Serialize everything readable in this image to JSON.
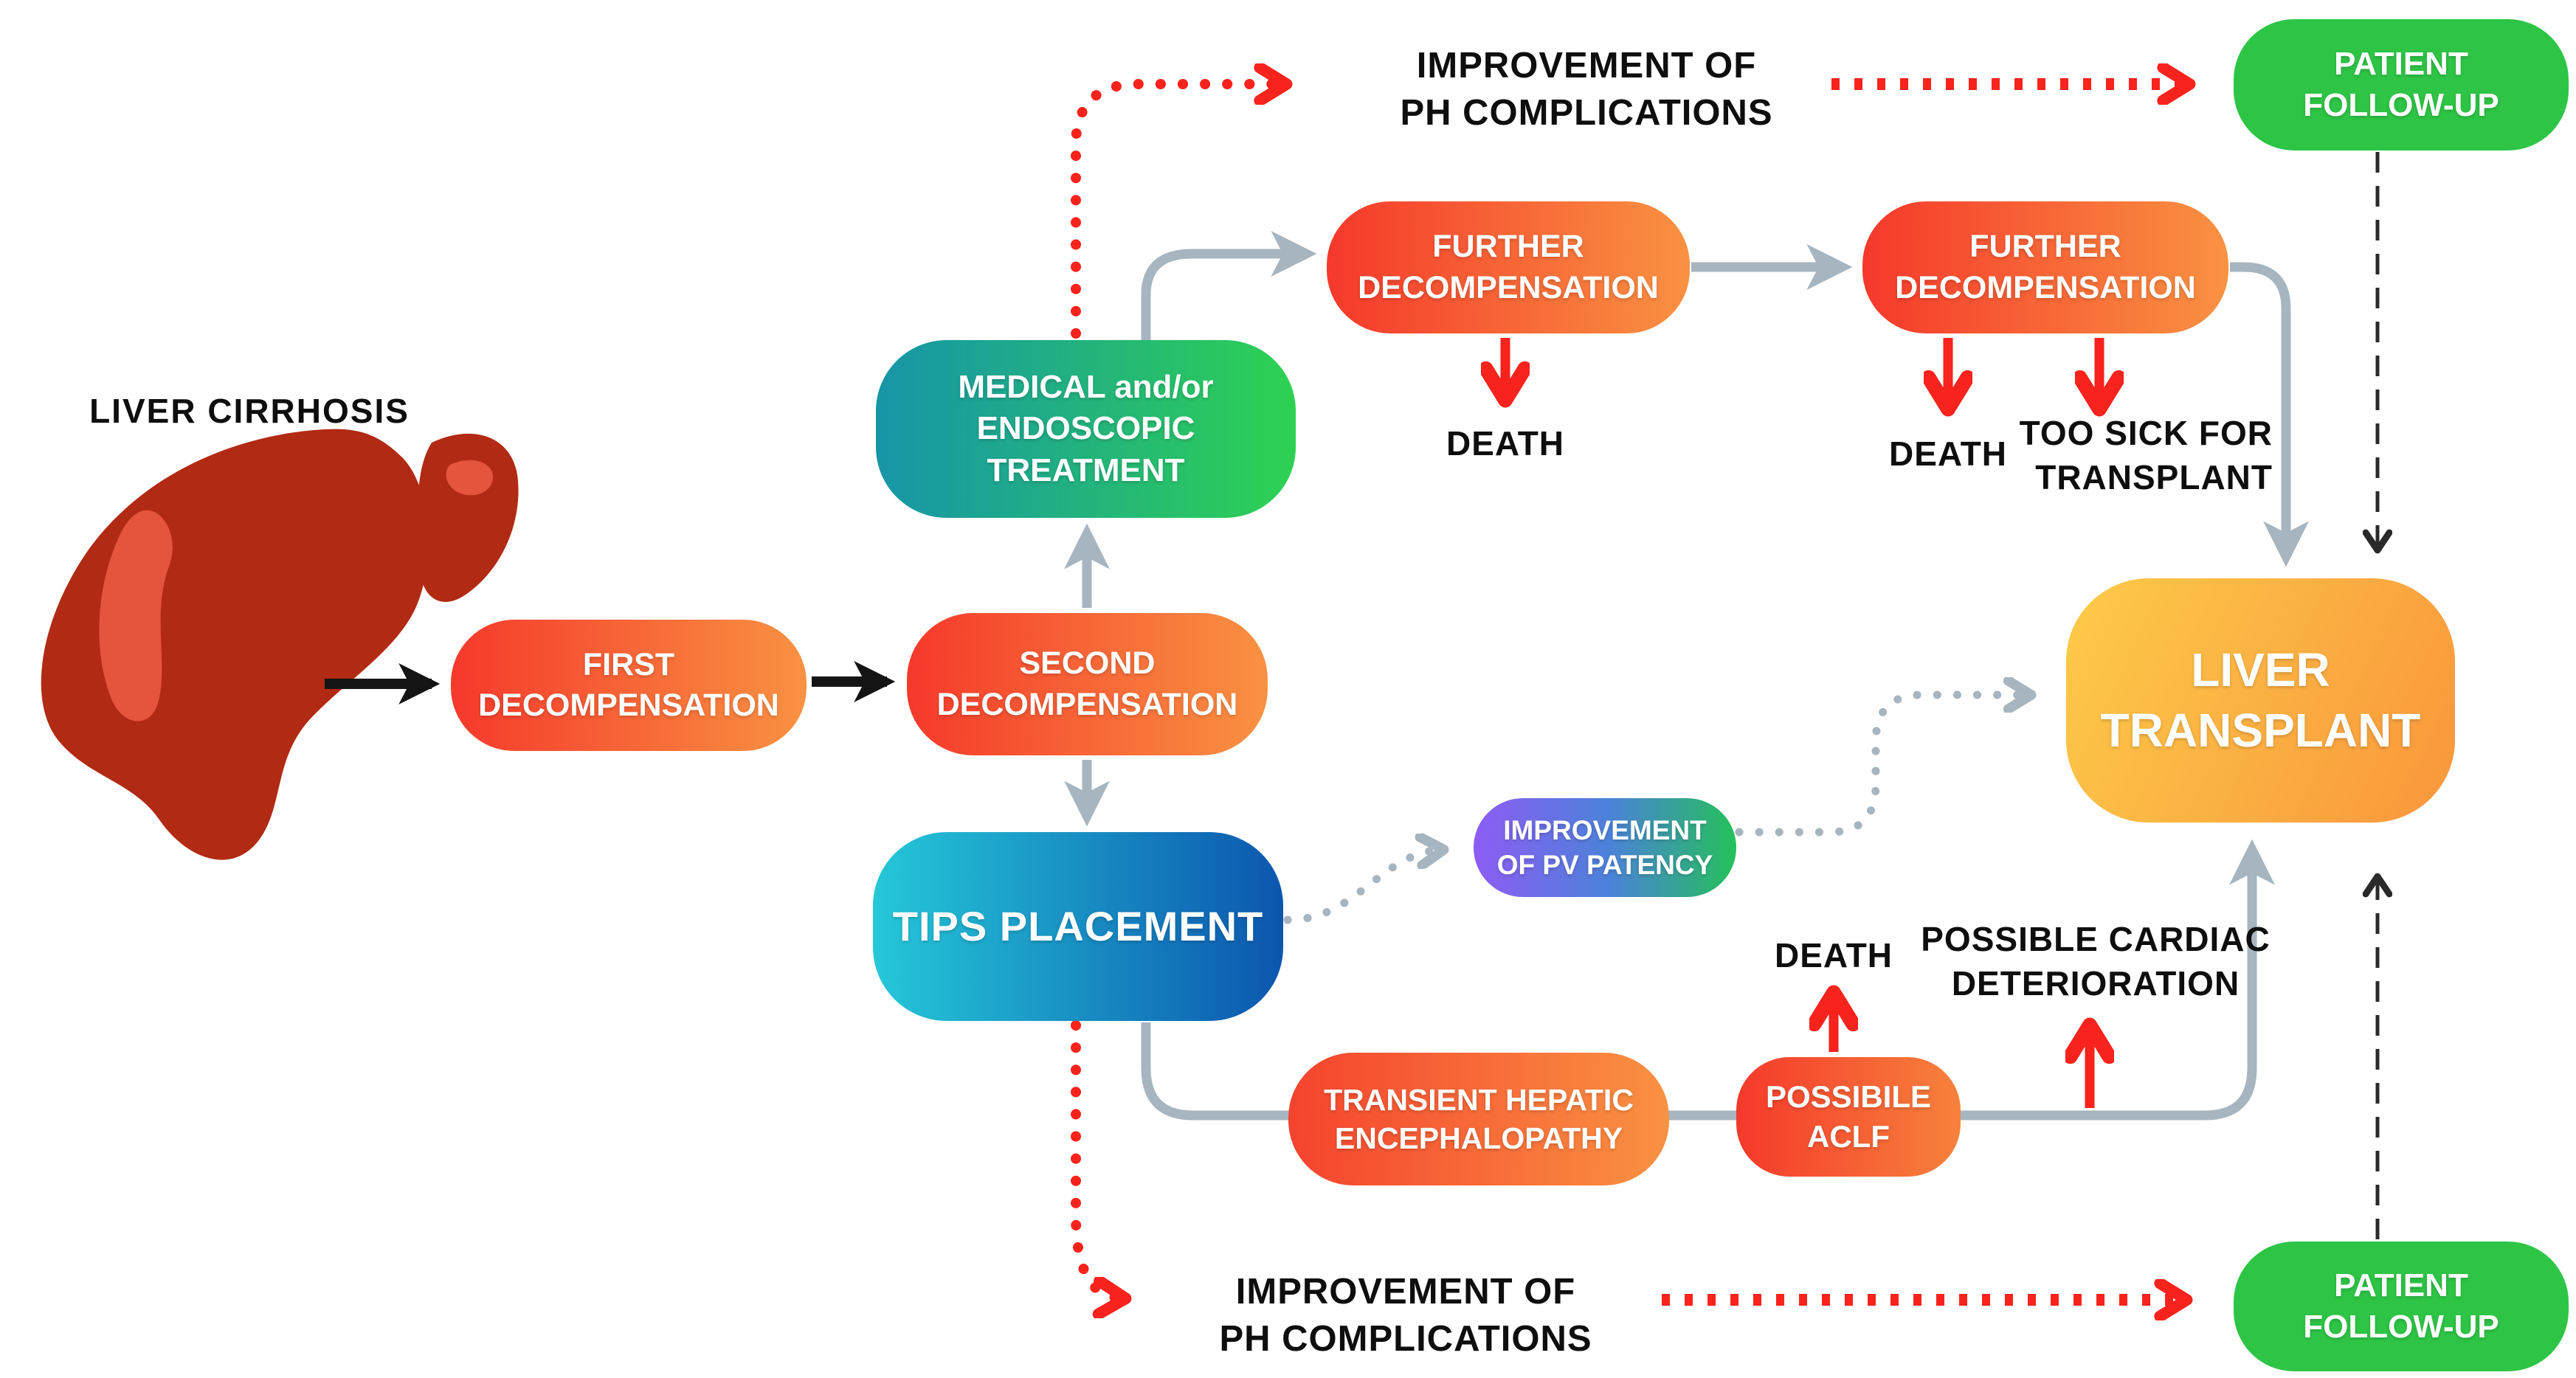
{
  "figure": {
    "title": "Liver cirrhosis / TIPS treatment pathway flowchart"
  },
  "nodes": {
    "liver_cirrhosis_label": "LIVER CIRRHOSIS",
    "first_decompensation": "FIRST\nDECOMPENSATION",
    "second_decompensation": "SECOND\nDECOMPENSATION",
    "medical_endoscopic": "MEDICAL and/or\nENDOSCOPIC\nTREATMENT",
    "tips_placement": "TIPS PLACEMENT",
    "further_decompensation_1": "FURTHER\nDECOMPENSATION",
    "further_decompensation_2": "FURTHER\nDECOMPENSATION",
    "patient_followup_top": "PATIENT\nFOLLOW-UP",
    "patient_followup_bottom": "PATIENT\nFOLLOW-UP",
    "liver_transplant": "LIVER\nTRANSPLANT",
    "pv_patency": "IMPROVEMENT\nOF PV PATENCY",
    "transient_hepatic_encephalopathy": "TRANSIENT HEPATIC\nENCEPHALOPATHY",
    "possible_aclf": "POSSIBILE\nACLF"
  },
  "labels": {
    "improvement_ph_top": "IMPROVEMENT OF\nPH COMPLICATIONS",
    "improvement_ph_bottom": "IMPROVEMENT OF\nPH COMPLICATIONS",
    "death_under_further1": "DEATH",
    "death_under_further2": "DEATH",
    "too_sick_for_transplant": "TOO SICK FOR\nTRANSPLANT",
    "death_above_aclf": "DEATH",
    "possible_cardiac_deterioration": "POSSIBLE CARDIAC\nDETERIORATION"
  },
  "palette": {
    "red_orange_start": "#f5392b",
    "red_orange_end": "#f99242",
    "teal_green_start": "#1795a8",
    "teal_green_end": "#2ed152",
    "cyan_blue_start": "#25c8d8",
    "cyan_blue_end": "#0c56ae",
    "purple_blue_green": [
      "#8e5cf5",
      "#4b82d8",
      "#25c05a"
    ],
    "yellow_orange_start": "#fdcb49",
    "yellow_orange_end": "#f9963c",
    "followup_green": "#2ec546",
    "liver_dark": "#b12a13",
    "liver_highlight": "#e5543c",
    "arrow_gray": "#a6b5bf",
    "arrow_red": "#f8231c",
    "arrow_black": "#141414",
    "dashed_black": "#2a2a2a",
    "label_text": "#0e0e0e"
  }
}
